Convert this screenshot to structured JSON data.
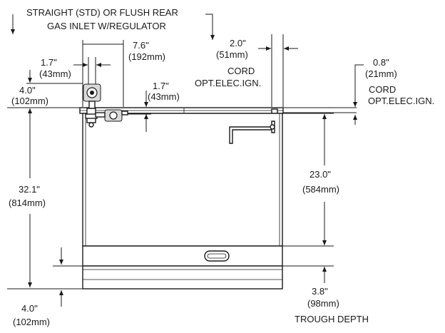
{
  "callouts": {
    "gas_inlet_line1": "STRAIGHT (STD) OR FLUSH REAR",
    "gas_inlet_line2": "GAS INLET W/REGULATOR",
    "cord_left_label": "CORD",
    "cord_left_sub": "OPT.ELEC.IGN.",
    "cord_right_label": "CORD",
    "cord_right_sub": "OPT.ELEC.IGN.",
    "trough_depth": "TROUGH DEPTH"
  },
  "dimensions": {
    "d_7_6": {
      "in": "7.6\"",
      "mm": "(192mm)"
    },
    "d_1_7a": {
      "in": "1.7\"",
      "mm": "(43mm)"
    },
    "d_4_0_top": {
      "in": "4.0\"",
      "mm": "(102mm)"
    },
    "d_1_7b": {
      "in": "1.7\"",
      "mm": "(43mm)"
    },
    "d_2_0": {
      "in": "2.0\"",
      "mm": "(51mm)"
    },
    "d_0_8": {
      "in": "0.8\"",
      "mm": "(21mm)"
    },
    "d_32_1": {
      "in": "32.1\"",
      "mm": "(814mm)"
    },
    "d_23_0": {
      "in": "23.0\"",
      "mm": "(584mm)"
    },
    "d_3_8": {
      "in": "3.8\"",
      "mm": "(98mm)"
    },
    "d_4_0_bottom": {
      "in": "4.0\"",
      "mm": "(102mm)"
    }
  }
}
